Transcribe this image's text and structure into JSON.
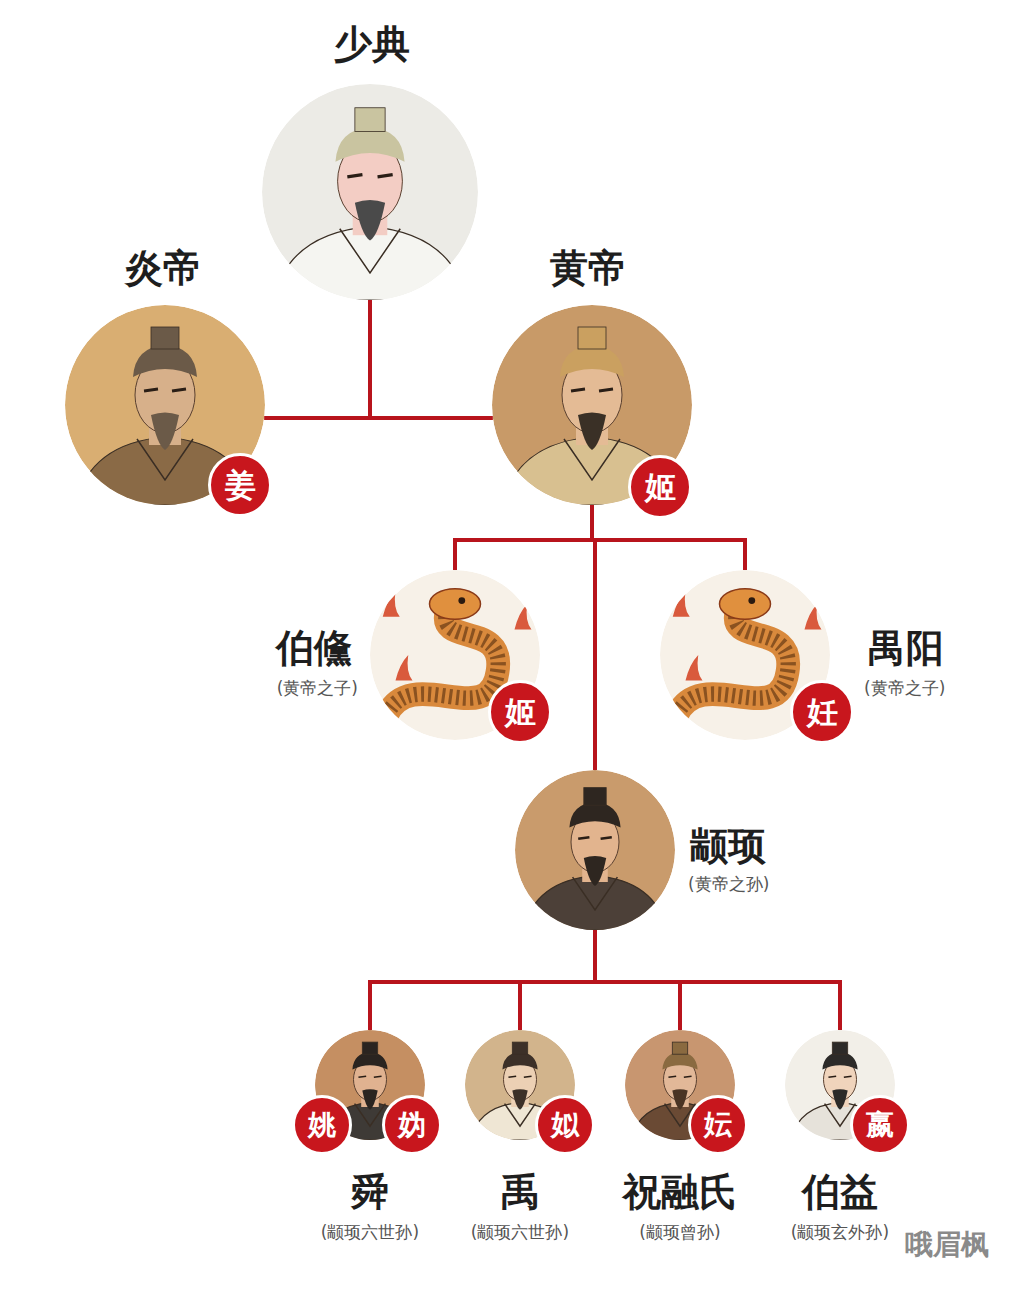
{
  "diagram": {
    "nodes": [
      {
        "text": [
          "少典"
        ]
      },
      {
        "text": [
          "炎帝"
        ]
      },
      {
        "text": [
          "姜"
        ],
        "in": 1
      },
      {
        "text": [
          "黄帝"
        ]
      },
      {
        "text": [
          "姬"
        ],
        "in": 3
      },
      {
        "text": [
          "伯儵",
          "(黄帝之子)"
        ]
      },
      {
        "text": [
          "姬"
        ],
        "in": 5
      },
      {
        "text": [
          "禺阳",
          "(黄帝之子)"
        ]
      },
      {
        "text": [
          "妊"
        ],
        "in": 7
      },
      {
        "text": [
          "颛顼",
          "(黄帝之孙)"
        ]
      },
      {
        "text": [
          "舜",
          "(颛顼六世孙)"
        ]
      },
      {
        "text": [
          "姚"
        ],
        "in": 10
      },
      {
        "text": [
          "妫"
        ],
        "in": 10
      },
      {
        "text": [
          "禹",
          "(颛顼六世孙)"
        ]
      },
      {
        "text": [
          "姒"
        ],
        "in": 13
      },
      {
        "text": [
          "祝融氏",
          "(颛顼曾孙)"
        ]
      },
      {
        "text": [
          "妘"
        ],
        "in": 15
      },
      {
        "text": [
          "伯益",
          "(颛顼玄外孙)"
        ]
      },
      {
        "text": [
          "嬴"
        ],
        "in": 17
      }
    ],
    "edges": [
      {
        "from": 0,
        "to": 1,
        "arrow": "none"
      },
      {
        "from": 0,
        "to": 3,
        "arrow": "none"
      },
      {
        "from": 3,
        "to": 5,
        "arrow": "none"
      },
      {
        "from": 3,
        "to": 7,
        "arrow": "none"
      },
      {
        "from": 3,
        "to": 9,
        "arrow": "none"
      },
      {
        "from": 9,
        "to": 10,
        "arrow": "none"
      },
      {
        "from": 9,
        "to": 13,
        "arrow": "none"
      },
      {
        "from": 9,
        "to": 15,
        "arrow": "none"
      },
      {
        "from": 9,
        "to": 17,
        "arrow": "none"
      }
    ],
    "labels": [
      "哦眉枫"
    ]
  }
}
